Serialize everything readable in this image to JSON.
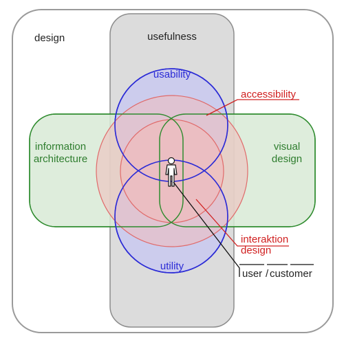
{
  "diagram": {
    "outer_label": "design",
    "column_label": "usefulness",
    "usability_label": "usability",
    "utility_label": "utility",
    "left_label_lines": [
      "information",
      "architecture"
    ],
    "right_label_lines": [
      "visual",
      "design"
    ],
    "accessibility_label": "accessibility",
    "interaction_label_lines": [
      "interaktion",
      "design"
    ],
    "user_labels": [
      "user",
      "customer"
    ]
  },
  "colors": {
    "outer_stroke": "#9a9a9a",
    "column_fill": "#dcdcdc",
    "column_stroke": "#8c8c8c",
    "blue_fill": "#c9c9f0",
    "blue_stroke": "#2b2bd6",
    "blue_text": "#2b2bd6",
    "green_fill": "#d8ead6",
    "green_stroke": "#2e8b2e",
    "green_text": "#2e7d2e",
    "red_fill": "#f0bcbc",
    "red_stroke": "#e06a6a",
    "red_text": "#d02020",
    "dark_text": "#222222"
  },
  "icons": {
    "user": "person-figure-icon"
  }
}
